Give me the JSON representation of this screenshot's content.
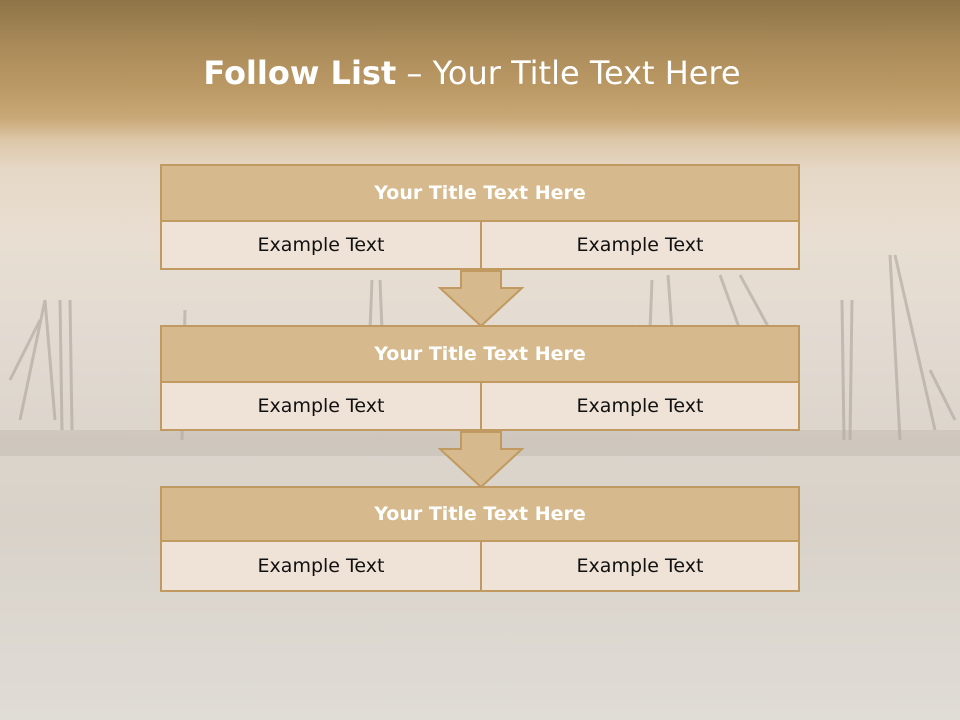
{
  "slide": {
    "title_bold": "Follow List",
    "title_rest": " – Your Title Text Here",
    "steps": [
      {
        "title": "Your Title Text Here",
        "left": "Example Text",
        "right": "Example Text"
      },
      {
        "title": "Your Title Text Here",
        "left": "Example Text",
        "right": "Example Text"
      },
      {
        "title": "Your Title Text Here",
        "left": "Example Text",
        "right": "Example Text"
      }
    ]
  },
  "colors": {
    "box_fill": "#d6b98c",
    "box_border": "#c09a60",
    "cell_fill": "#efe2d6",
    "arrow_fill": "#d6b98c"
  }
}
